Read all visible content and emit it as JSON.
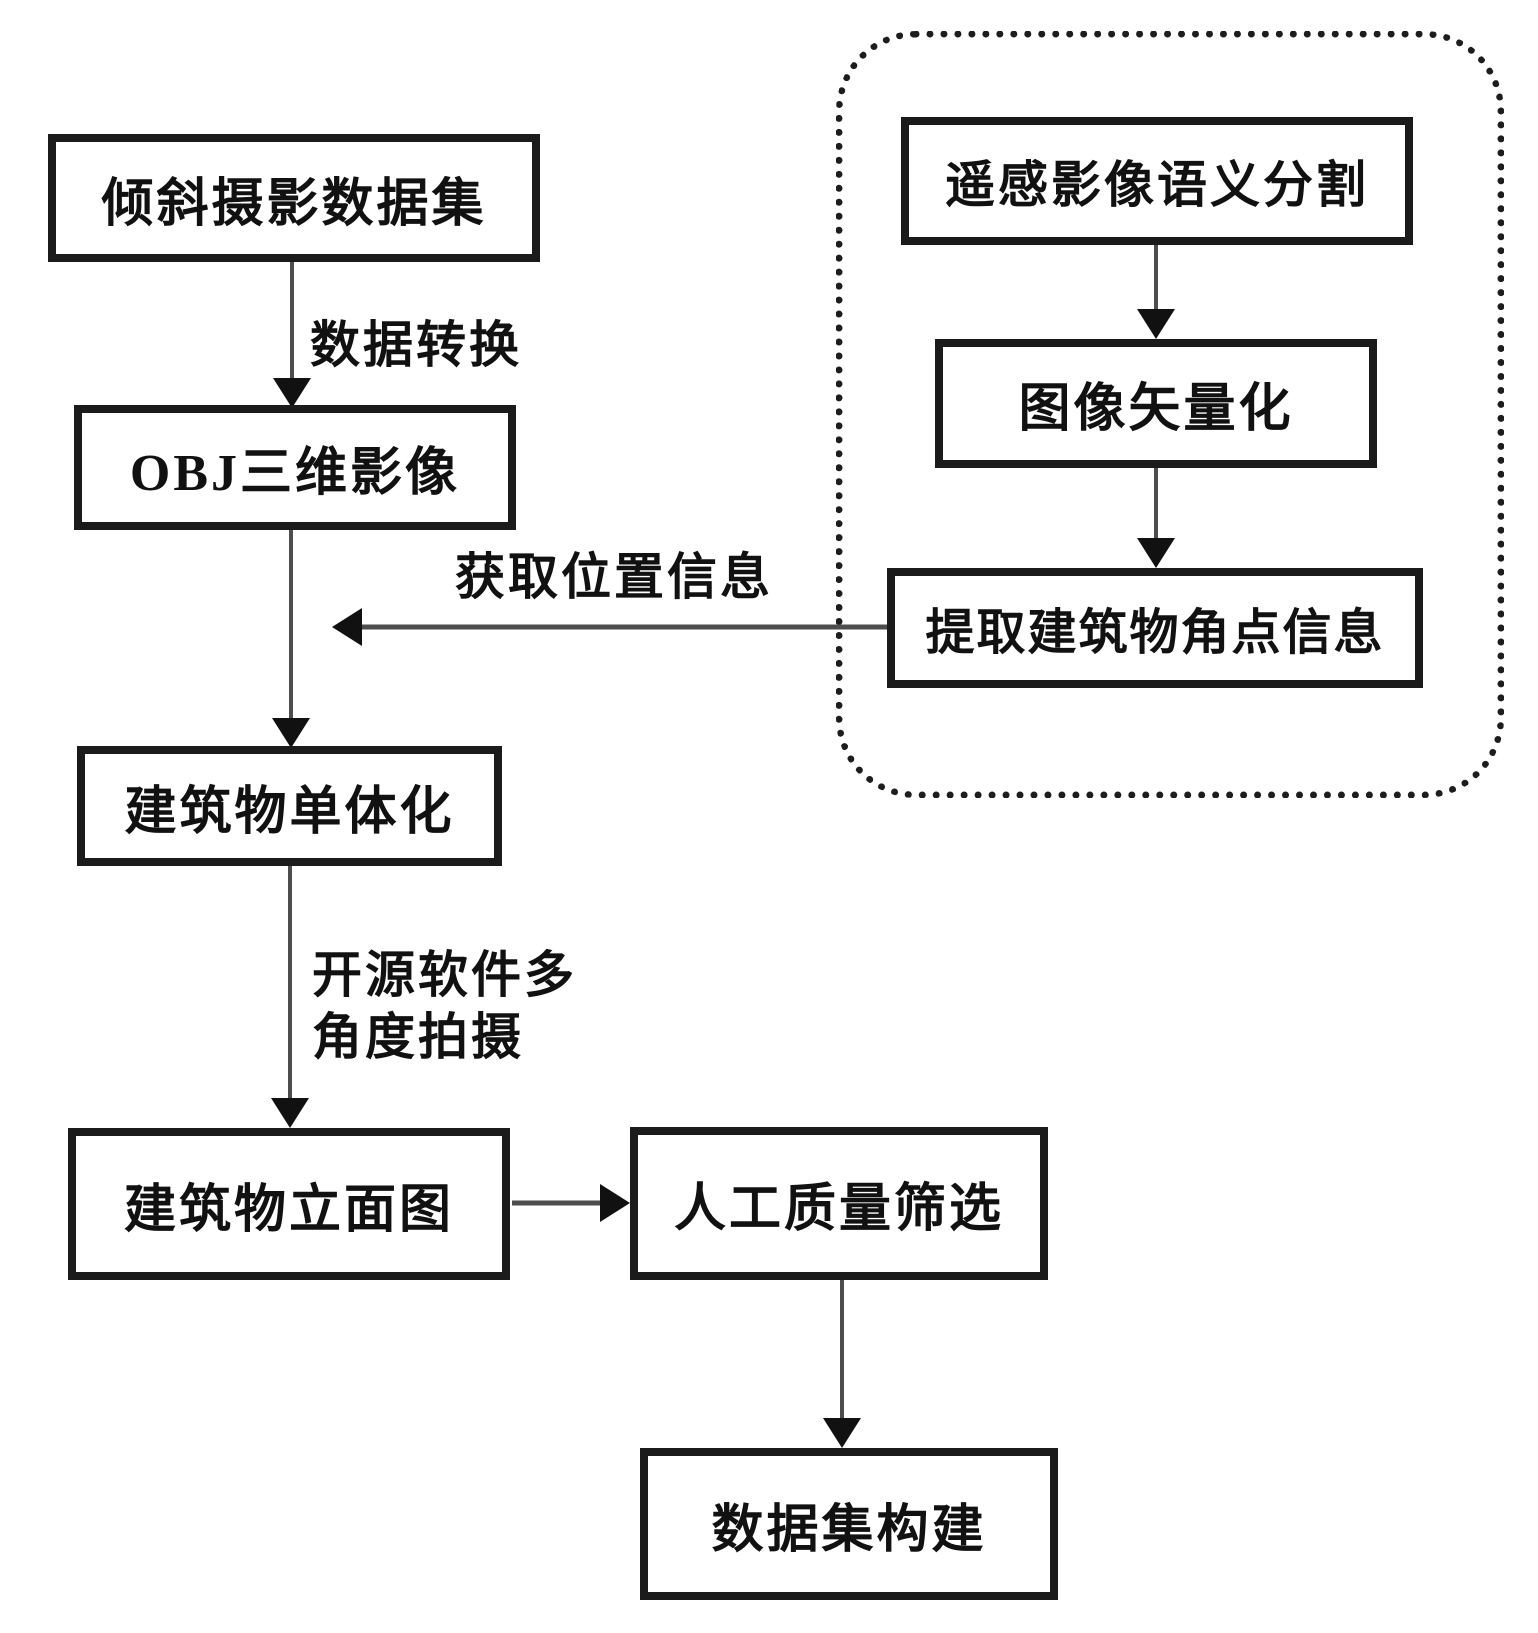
{
  "diagram": {
    "type": "flowchart",
    "background_color": "#ffffff",
    "box_border_color": "#1b1b1b",
    "connector_color": "#4d4d4d",
    "arrowhead_color": "#111111",
    "boxes": [
      {
        "id": "oblique-photography-dataset",
        "label": "倾斜摄影数据集"
      },
      {
        "id": "obj-3d-imagery",
        "label": "OBJ三维影像"
      },
      {
        "id": "building-monomerization",
        "label": "建筑物单体化"
      },
      {
        "id": "building-facade-drawing",
        "label": "建筑物立面图"
      },
      {
        "id": "manual-quality-screening",
        "label": "人工质量筛选"
      },
      {
        "id": "dataset-construction",
        "label": "数据集构建"
      },
      {
        "id": "remote-sensing-semantic-segmentation",
        "label": "遥感影像语义分割"
      },
      {
        "id": "image-vectorization",
        "label": "图像矢量化"
      },
      {
        "id": "extract-building-corner-info",
        "label": "提取建筑物角点信息"
      }
    ],
    "edge_labels": {
      "data_conversion": "数据转换",
      "get_position_info": "获取位置信息",
      "multi_angle_capture": "开源软件多\n角度拍摄"
    },
    "edges": [
      {
        "from": "oblique-photography-dataset",
        "to": "obj-3d-imagery",
        "label": "数据转换"
      },
      {
        "from": "obj-3d-imagery",
        "to": "building-monomerization",
        "label": ""
      },
      {
        "from": "building-monomerization",
        "to": "building-facade-drawing",
        "label": "开源软件多角度拍摄"
      },
      {
        "from": "building-facade-drawing",
        "to": "manual-quality-screening",
        "label": ""
      },
      {
        "from": "manual-quality-screening",
        "to": "dataset-construction",
        "label": ""
      },
      {
        "from": "remote-sensing-semantic-segmentation",
        "to": "image-vectorization",
        "label": ""
      },
      {
        "from": "image-vectorization",
        "to": "extract-building-corner-info",
        "label": ""
      },
      {
        "from": "extract-building-corner-info",
        "to": "obj-3d-imagery-to-building-monomerization-connector",
        "label": "获取位置信息"
      }
    ]
  }
}
